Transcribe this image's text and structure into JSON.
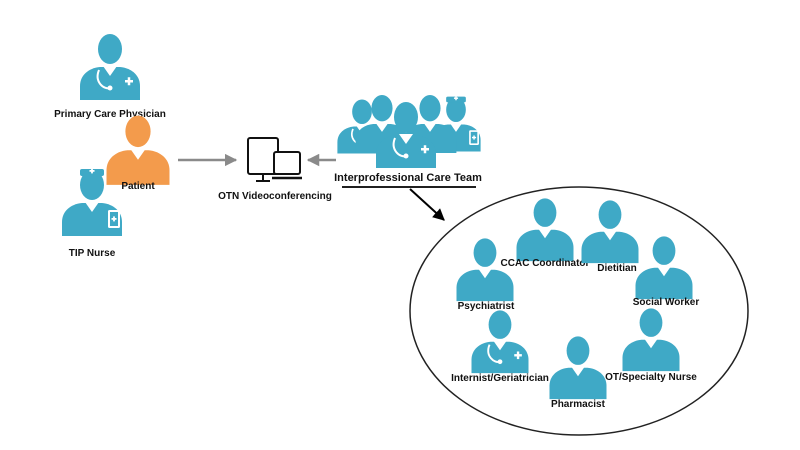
{
  "colors": {
    "person": "#3fa9c6",
    "patient": "#f39b4c",
    "arrow": "#8a8a8a",
    "line": "#000000",
    "detail": "#ffffff"
  },
  "left": {
    "primary_care_physician": "Primary Care Physician",
    "patient": "Patient",
    "tip_nurse": "TIP Nurse"
  },
  "center": {
    "otn_label": "OTN Videoconferencing"
  },
  "team": {
    "label": "Interprofessional Care Team",
    "members": {
      "ccac": "CCAC Coordinator",
      "dietitian": "Dietitian",
      "psychiatrist": "Psychiatrist",
      "social_worker": "Social Worker",
      "internist": "Internist/Geriatrician",
      "ot_nurse": "OT/Specialty Nurse",
      "pharmacist": "Pharmacist"
    }
  },
  "icons": [
    "doctor-icon",
    "patient-icon",
    "nurse-icon",
    "computer-monitor-icon",
    "care-team-group-icon"
  ]
}
